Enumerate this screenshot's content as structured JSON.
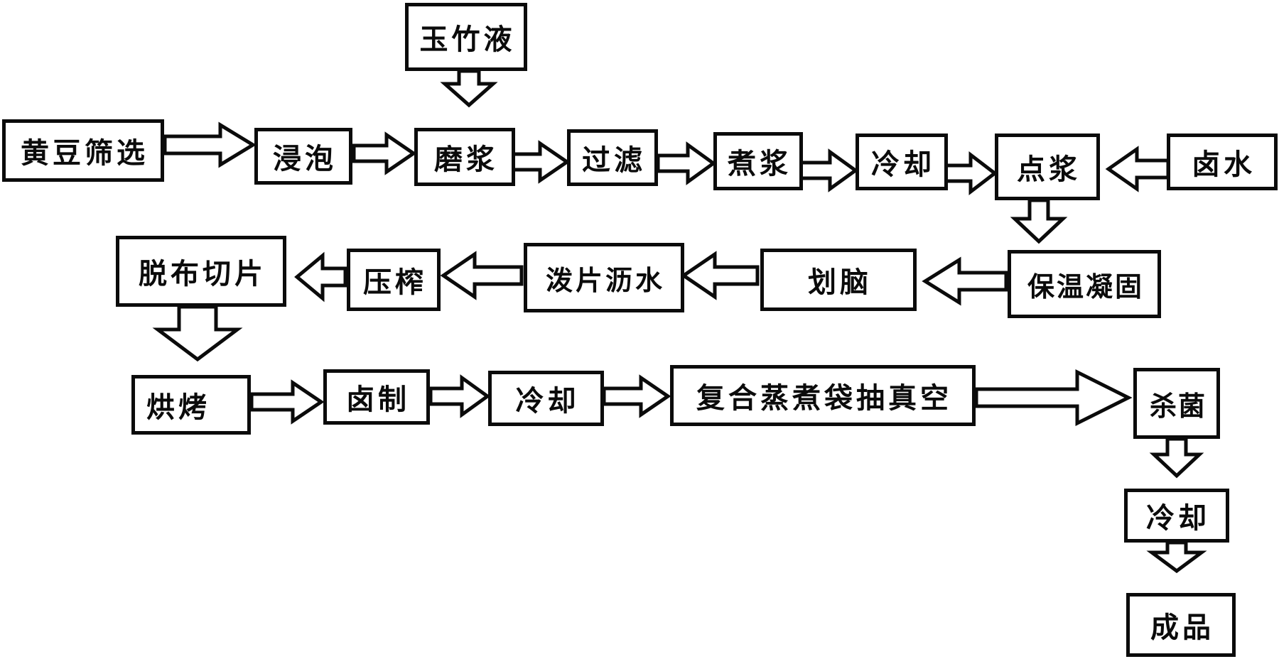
{
  "figure": {
    "type": "flowchart",
    "language": "zh",
    "background_color": "#ffffff",
    "ink_color": "#0b0b0b",
    "description_nodes_count": 21
  },
  "nodes": {
    "yuzhuye": {
      "label": "玉竹液"
    },
    "huangdou": {
      "label": "黄豆筛选"
    },
    "jinpao": {
      "label": "浸泡"
    },
    "mojiang": {
      "label": "磨浆"
    },
    "guolv": {
      "label": "过滤"
    },
    "zhujiang": {
      "label": "煮浆"
    },
    "lengque1": {
      "label": "冷却"
    },
    "dianjiang": {
      "label": "点浆"
    },
    "lushui": {
      "label": "卤水"
    },
    "baowenninggu": {
      "label": "保温凝固"
    },
    "huanao": {
      "label": "划脑"
    },
    "popianlishui": {
      "label": "泼片沥水"
    },
    "yazha": {
      "label": "压榨"
    },
    "tuobuqiepian": {
      "label": "脱布切片"
    },
    "hongkao": {
      "label": "烘烤"
    },
    "luzhi": {
      "label": "卤制"
    },
    "lengque2": {
      "label": "冷却"
    },
    "fuhe": {
      "label": "复合蒸煮袋抽真空"
    },
    "shajun": {
      "label": "杀菌"
    },
    "lengque3": {
      "label": "冷却"
    },
    "chengpin": {
      "label": "成品"
    }
  },
  "edges": [
    {
      "from": "yuzhuye",
      "to": "mojiang",
      "direction": "down"
    },
    {
      "from": "huangdou",
      "to": "jinpao",
      "direction": "right"
    },
    {
      "from": "jinpao",
      "to": "mojiang",
      "direction": "right"
    },
    {
      "from": "mojiang",
      "to": "guolv",
      "direction": "right"
    },
    {
      "from": "guolv",
      "to": "zhujiang",
      "direction": "right"
    },
    {
      "from": "zhujiang",
      "to": "lengque1",
      "direction": "right"
    },
    {
      "from": "lengque1",
      "to": "dianjiang",
      "direction": "right"
    },
    {
      "from": "lushui",
      "to": "dianjiang",
      "direction": "left"
    },
    {
      "from": "dianjiang",
      "to": "baowenninggu",
      "direction": "down"
    },
    {
      "from": "baowenninggu",
      "to": "huanao",
      "direction": "left"
    },
    {
      "from": "huanao",
      "to": "popianlishui",
      "direction": "left"
    },
    {
      "from": "popianlishui",
      "to": "yazha",
      "direction": "left"
    },
    {
      "from": "yazha",
      "to": "tuobuqiepian",
      "direction": "left"
    },
    {
      "from": "tuobuqiepian",
      "to": "hongkao",
      "direction": "down"
    },
    {
      "from": "hongkao",
      "to": "luzhi",
      "direction": "right"
    },
    {
      "from": "luzhi",
      "to": "lengque2",
      "direction": "right"
    },
    {
      "from": "lengque2",
      "to": "fuhe",
      "direction": "right"
    },
    {
      "from": "fuhe",
      "to": "shajun",
      "direction": "right"
    },
    {
      "from": "shajun",
      "to": "lengque3",
      "direction": "down"
    },
    {
      "from": "lengque3",
      "to": "chengpin",
      "direction": "down"
    }
  ]
}
